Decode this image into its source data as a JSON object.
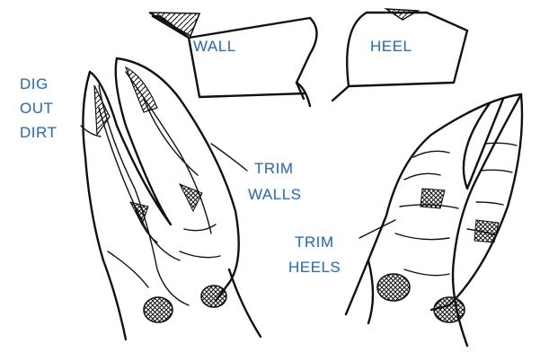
{
  "labels": {
    "wall": "WALL",
    "heel": "HEEL",
    "dig_out_dirt": [
      "DIG",
      "OUT",
      "DIRT"
    ],
    "trim_walls": [
      "TRIM",
      "WALLS"
    ],
    "trim_heels": [
      "TRIM",
      "HEELS"
    ]
  },
  "colors": {
    "label_text": "#3a6fa8",
    "ink": "#111111",
    "background": "#ffffff"
  }
}
